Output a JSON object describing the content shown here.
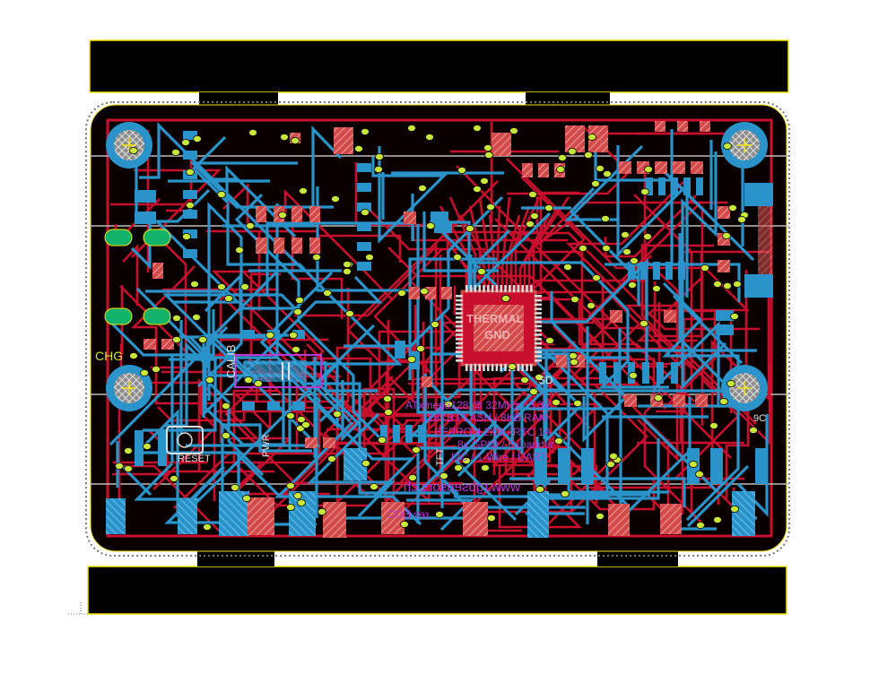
{
  "colors": {
    "background": "#ffffff",
    "board": "#0b0000",
    "top_copper": "#c8102e",
    "bottom_copper": "#2a93c9",
    "via": "#c6e63a",
    "pad_fill": "#d24a4a",
    "silkscreen_violet": "#b53ad6",
    "bar_outline": "#f5e50a",
    "bar_fill": "#000000"
  },
  "labels": {
    "chg": "CHG",
    "calib": "CALIB",
    "thermal_1": "THERMAL",
    "thermal_2": "GND",
    "sd": "SD",
    "reset": "RESET",
    "nine_c": "9C",
    "pwr": "PWR",
    "tft": "TFT",
    "spec_1": "ATxmega128 @ 32MHz / 3.3V",
    "spec_2": "128KB FLASH / 8KB RAM",
    "spec_3": "EEPROM 2KB / RTC 1A",
    "spec_4": "8x GPIO / Expander",
    "spec_5": "I2C / 1-Wire / UART",
    "website": "www.rgbsensors.ch",
    "mirrored_mark": "rev ECO"
  }
}
